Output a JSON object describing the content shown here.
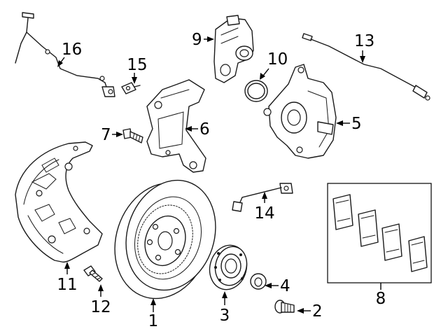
{
  "diagram": {
    "description": "Exploded parts diagram: front brake components",
    "callouts": [
      {
        "id": "1",
        "label": "1",
        "part": "rotor"
      },
      {
        "id": "2",
        "label": "2",
        "part": "rotor-screw"
      },
      {
        "id": "3",
        "label": "3",
        "part": "hub"
      },
      {
        "id": "4",
        "label": "4",
        "part": "nut"
      },
      {
        "id": "5",
        "label": "5",
        "part": "caliper"
      },
      {
        "id": "6",
        "label": "6",
        "part": "caliper-bracket"
      },
      {
        "id": "7",
        "label": "7",
        "part": "bracket-bolt"
      },
      {
        "id": "8",
        "label": "8",
        "part": "brake-pads"
      },
      {
        "id": "9",
        "label": "9",
        "part": "actuator-motor"
      },
      {
        "id": "10",
        "label": "10",
        "part": "seal-ring"
      },
      {
        "id": "11",
        "label": "11",
        "part": "splash-shield"
      },
      {
        "id": "12",
        "label": "12",
        "part": "shield-bolt"
      },
      {
        "id": "13",
        "label": "13",
        "part": "brake-hose"
      },
      {
        "id": "14",
        "label": "14",
        "part": "wear-sensor"
      },
      {
        "id": "15",
        "label": "15",
        "part": "clip"
      },
      {
        "id": "16",
        "label": "16",
        "part": "sensor-harness"
      }
    ]
  }
}
